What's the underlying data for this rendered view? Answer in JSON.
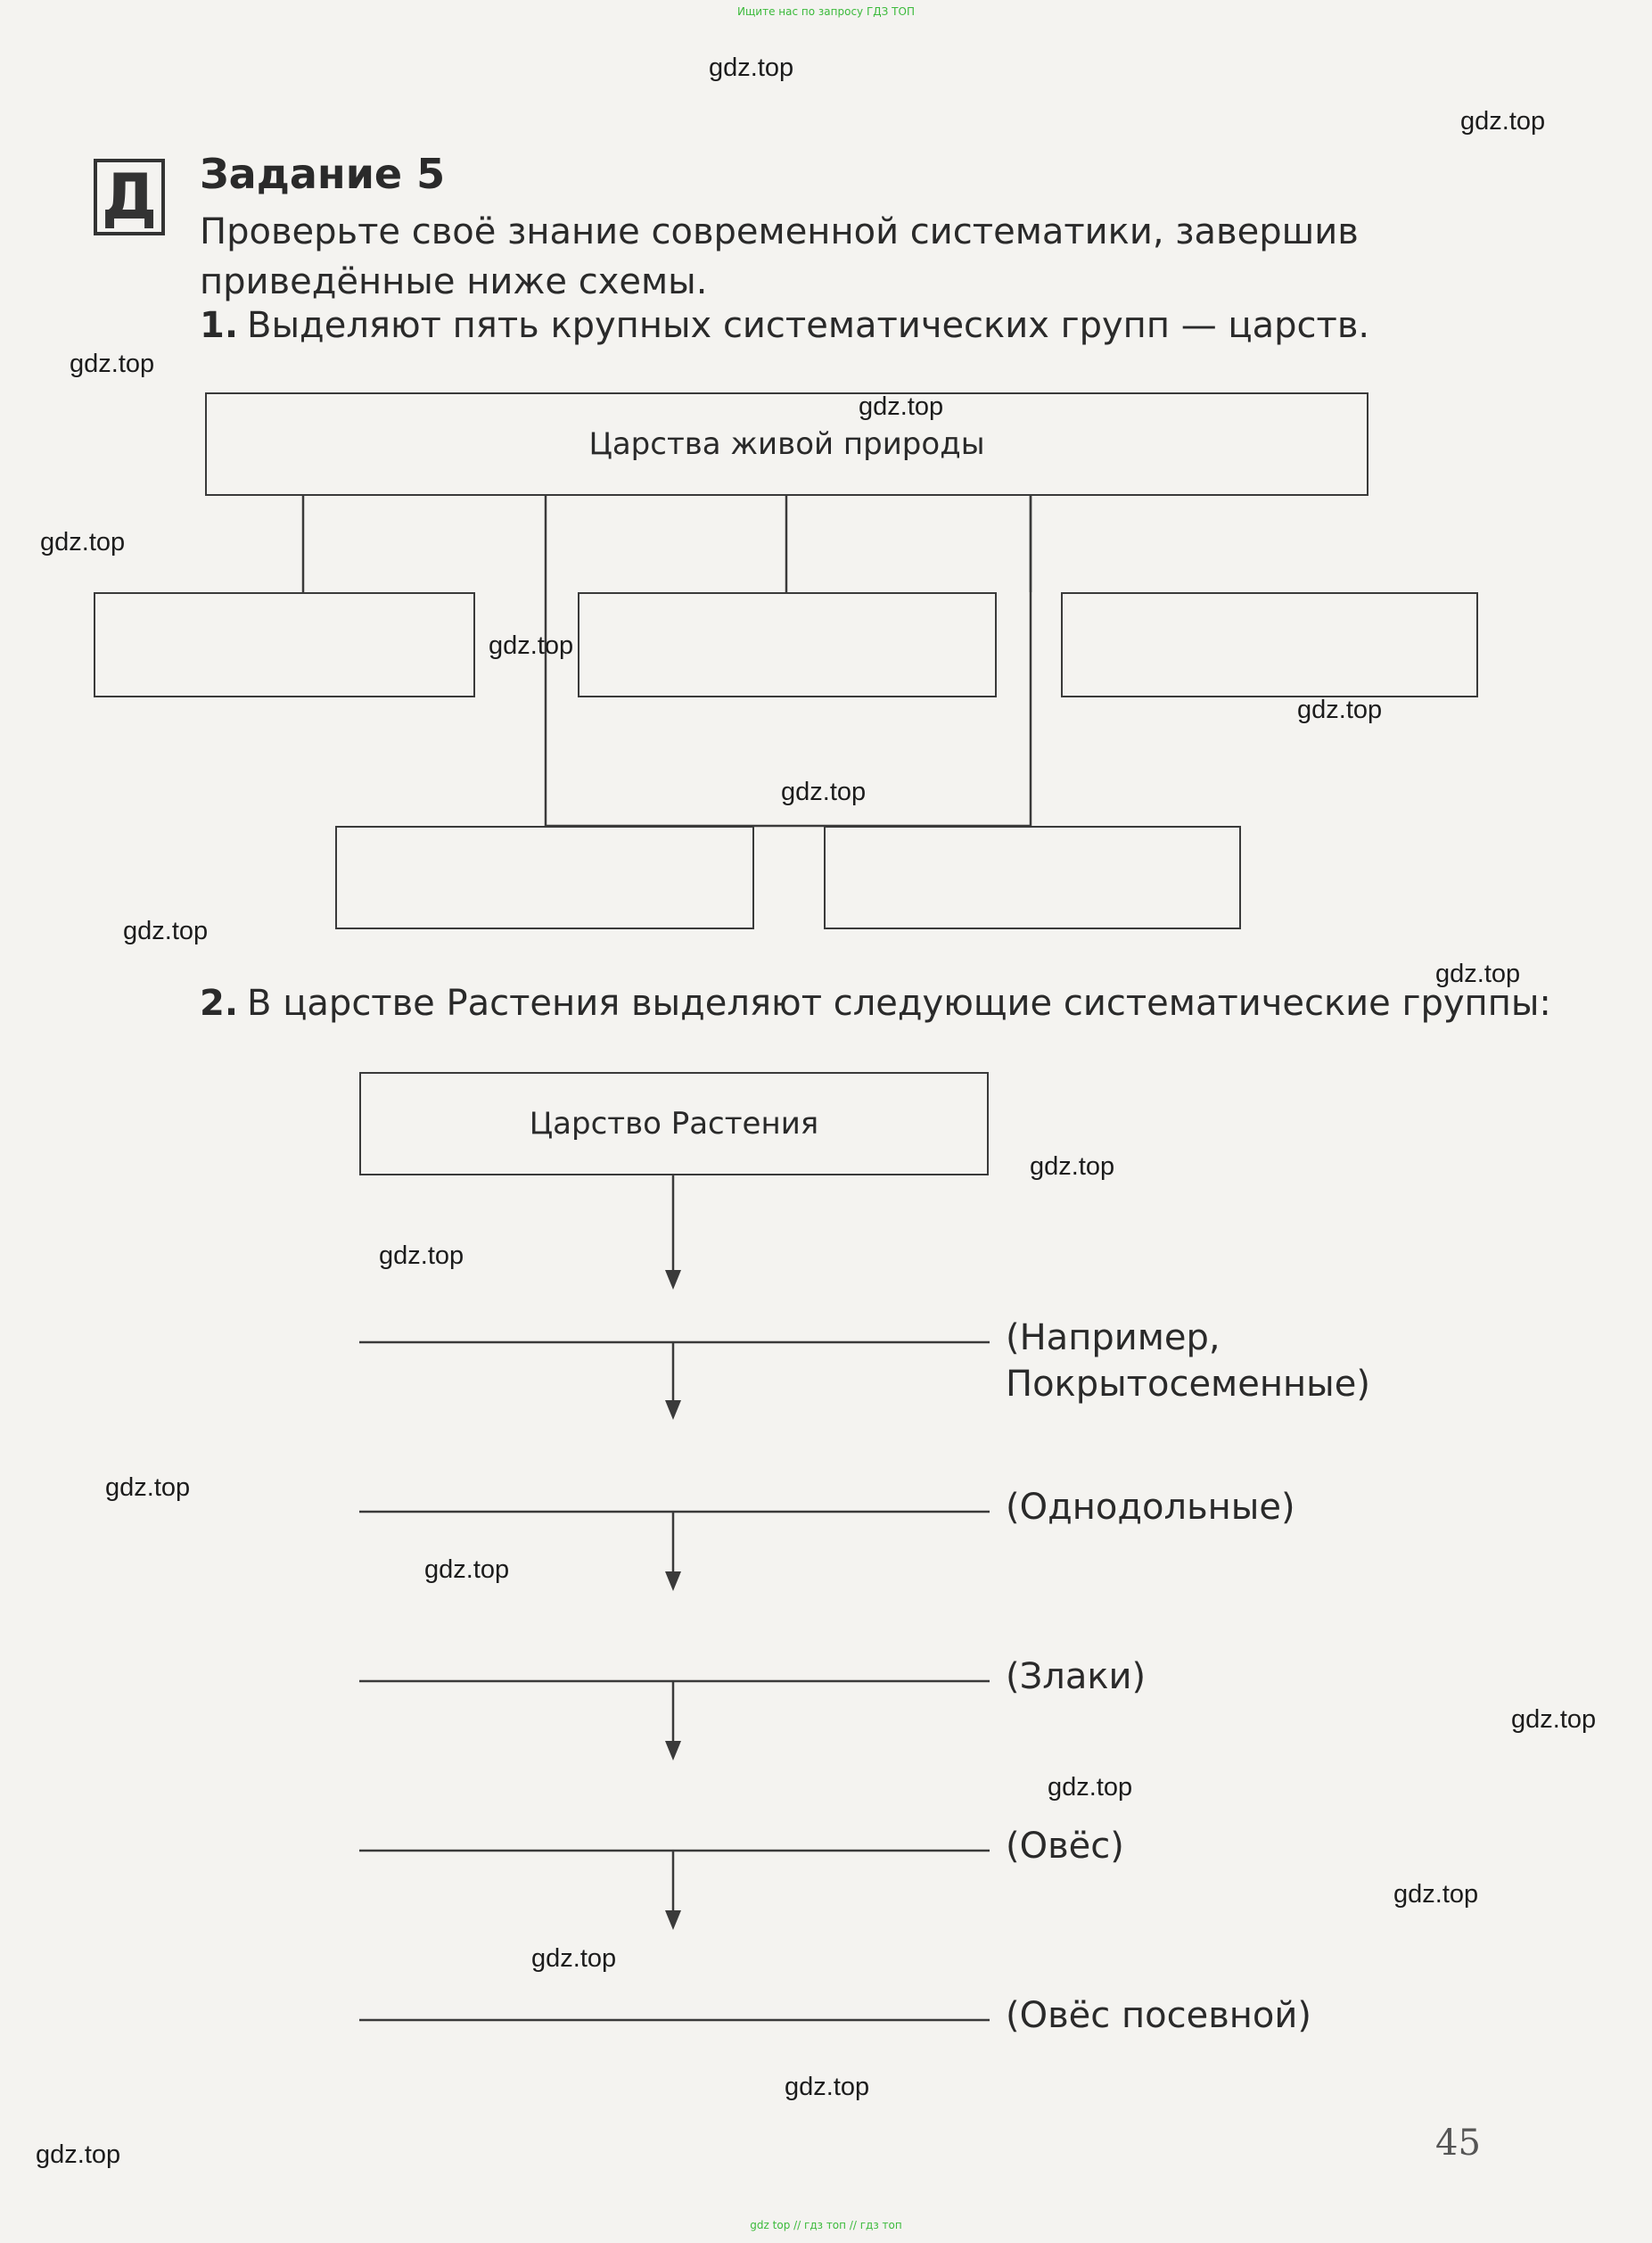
{
  "banners": {
    "top": "Ищите нас по запросу ГДЗ ТОП",
    "bottom": "gdz top  //  гдз топ  //  гдз топ"
  },
  "watermark": "gdz.top",
  "task": {
    "icon_letter": "Д",
    "title": "Задание 5",
    "intro": "Проверьте своё знание современной систематики, завершив приведённые ниже схемы.",
    "q1_number": "1.",
    "q1_text": "Выделяют пять крупных систематических групп — царств.",
    "q2_number": "2.",
    "q2_text": "В царстве Растения выделяют следующие систематические группы:"
  },
  "scheme1": {
    "root": "Царства живой природы",
    "kingdoms": [
      "",
      "",
      "",
      "",
      ""
    ]
  },
  "scheme2": {
    "root": "Царство Растения",
    "levels": [
      {
        "value": "",
        "hint_line1": "(Например,",
        "hint_line2": "Покрытосеменные)"
      },
      {
        "value": "",
        "hint_line1": "(Однодольные)"
      },
      {
        "value": "",
        "hint_line1": "(Злаки)"
      },
      {
        "value": "",
        "hint_line1": "(Овёс)"
      },
      {
        "value": "",
        "hint_line1": "(Овёс посевной)"
      }
    ]
  },
  "page_number": "45"
}
